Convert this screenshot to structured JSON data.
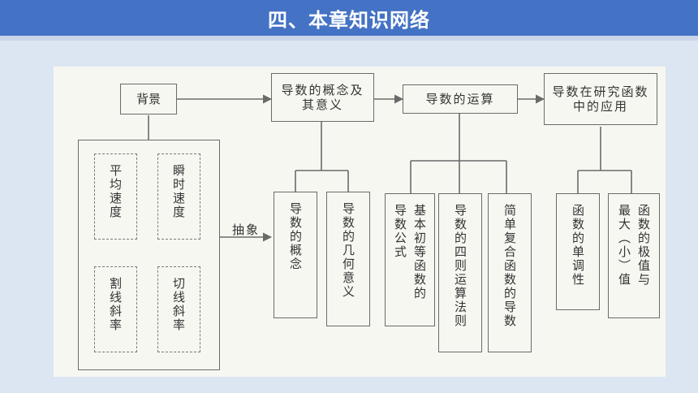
{
  "header": {
    "title": "四、本章知识网络"
  },
  "diagram": {
    "background": "背景",
    "concept_meaning": "导数的概念及其意义",
    "operation": "导数的运算",
    "application": "导数在研究函数中的应用",
    "instant_speed": "瞬时速度",
    "avg_speed": "平均速度",
    "secant_slope": "割线斜率",
    "tangent_slope": "切线斜率",
    "abstract_label": "抽象",
    "concept": "导数的概念",
    "geo_meaning": "导数的几何意义",
    "basic_formula_col1": "基本初等函数的",
    "basic_formula_col2": "导数公式",
    "four_rules": "导数的四则运算法则",
    "composite_col1": "简单复合函数的导数",
    "monotonicity": "函数的单调性",
    "extreme_col1": "函数的极值与",
    "extreme_col2": "最大（小）值"
  },
  "colors": {
    "header": "#4472c4",
    "page": "#dce6f2",
    "line": "#6a6a6a"
  }
}
